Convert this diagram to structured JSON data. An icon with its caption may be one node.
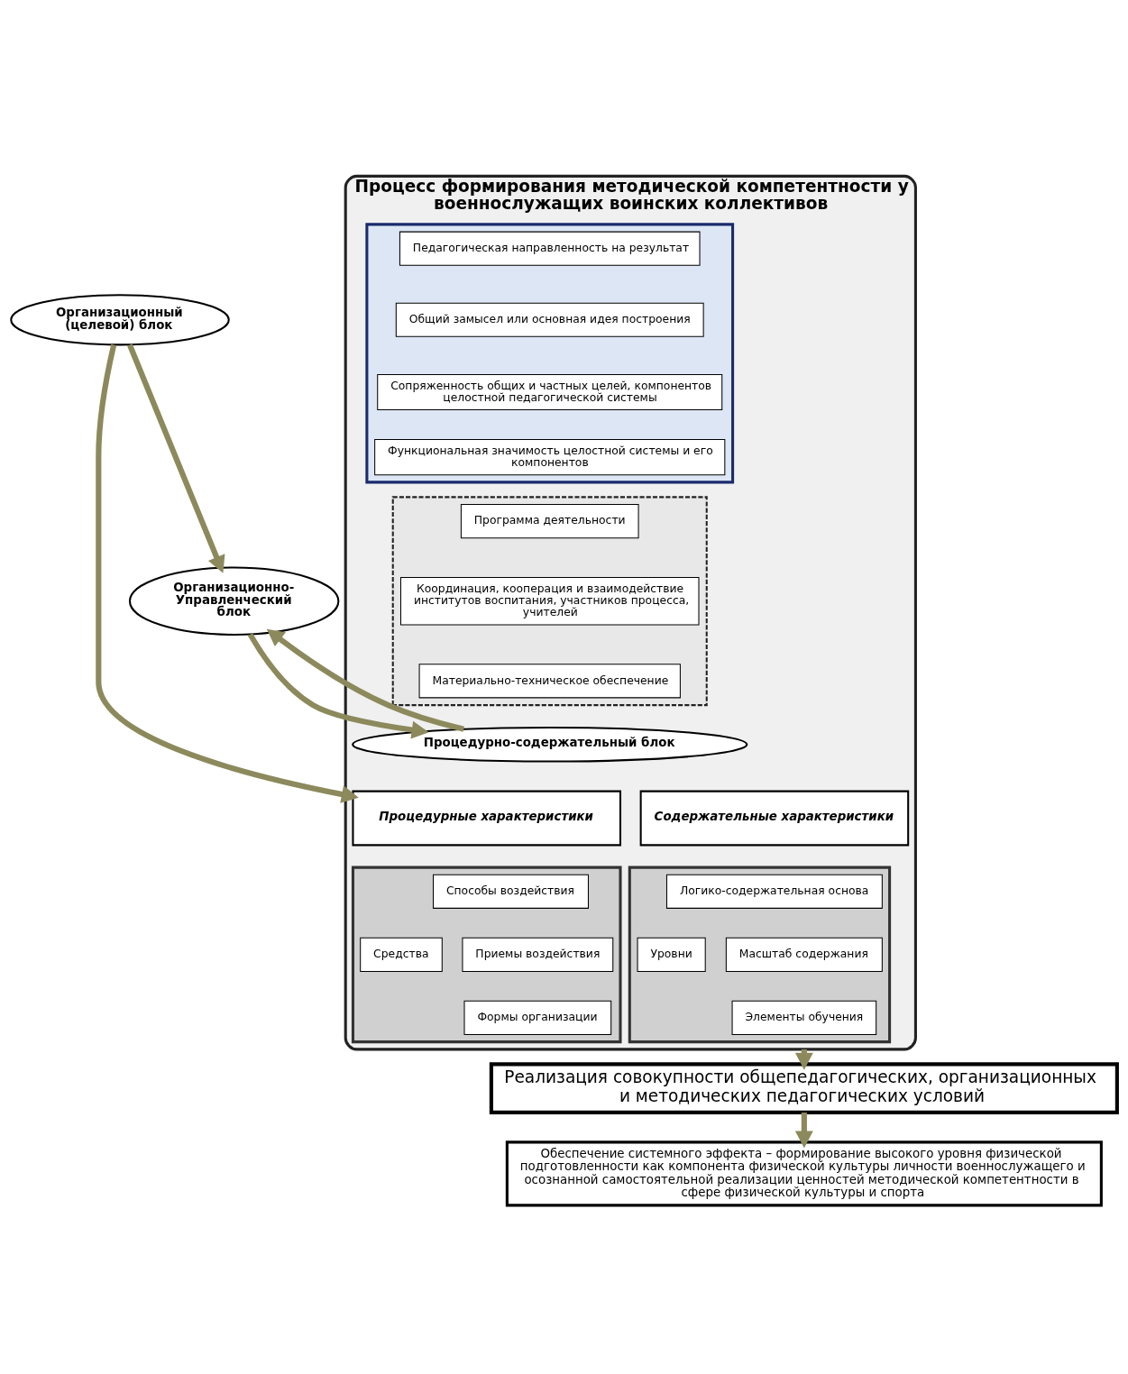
{
  "diagram": {
    "nodes": [
      {
        "text": [
          "Процесс формирования методической компетентности у военнослужащих воинских коллективов"
        ]
      },
      {
        "text": [],
        "shape": "box",
        "in": 0
      },
      {
        "text": [
          "Педагогическая направленность на результат"
        ],
        "in": 1
      },
      {
        "text": [
          "Общий замысел или основная идея построения"
        ],
        "in": 1
      },
      {
        "text": [
          "Сопряженность общих и частных целей, компонентов целостной педагогической системы"
        ],
        "in": 1
      },
      {
        "text": [
          "Функциональная значимость целостной системы и его компонентов"
        ],
        "in": 1
      },
      {
        "text": [
          "Организационный (целевой) блок"
        ]
      },
      {
        "text": [
          "Организационно- Управленческий блок"
        ]
      },
      {
        "text": [],
        "shape": "box",
        "in": 0
      },
      {
        "text": [
          "Программа деятельности"
        ],
        "in": 8
      },
      {
        "text": [
          "Координация, кооперация и взаимодействие институтов воспитания, участников процесса, учителей"
        ],
        "in": 8
      },
      {
        "text": [
          "Материально-техническое обеспечение"
        ],
        "in": 8
      },
      {
        "text": [
          "Процедурно-содержательный блок"
        ],
        "in": 0
      },
      {
        "text": [
          "Процедурные характеристики"
        ],
        "in": 0
      },
      {
        "text": [],
        "shape": "box",
        "in": 0
      },
      {
        "text": [
          "Способы воздействия"
        ],
        "in": 14
      },
      {
        "text": [
          "Приемы воздействия"
        ],
        "in": 14
      },
      {
        "text": [
          "Средства"
        ],
        "in": 14
      },
      {
        "text": [
          "Формы организации"
        ],
        "in": 14
      },
      {
        "text": [
          "Содержательные характеристики"
        ],
        "in": 0
      },
      {
        "text": [],
        "shape": "box",
        "in": 0
      },
      {
        "text": [
          "Логико-содержательная основа"
        ],
        "in": 20
      },
      {
        "text": [
          "Масштаб содержания"
        ],
        "in": 20
      },
      {
        "text": [
          "Уровни"
        ],
        "in": 20
      },
      {
        "text": [
          "Элементы обучения"
        ],
        "in": 20
      },
      {
        "text": [
          "Реализация совокупности общепедагогических, организационных и методических педагогических условий"
        ]
      },
      {
        "text": [
          "Обеспечение системного эффекта – формирование высокого уровня физической подготовленности как компонента физической культуры личности военнослужащего и осознанной самостоятельной реализации ценностей методической компетентности в сфере физической культуры и спорта"
        ]
      }
    ],
    "edges": [
      {
        "from": 6,
        "to": 7,
        "arrow": "to"
      },
      {
        "from": 12,
        "to": 7,
        "arrow": "to"
      },
      {
        "from": 7,
        "to": 12,
        "arrow": "to"
      },
      {
        "from": 6,
        "to": 13,
        "arrow": "to"
      },
      {
        "from": 0,
        "to": 25,
        "arrow": "to"
      },
      {
        "from": 25,
        "to": 26,
        "arrow": "to"
      }
    ]
  }
}
